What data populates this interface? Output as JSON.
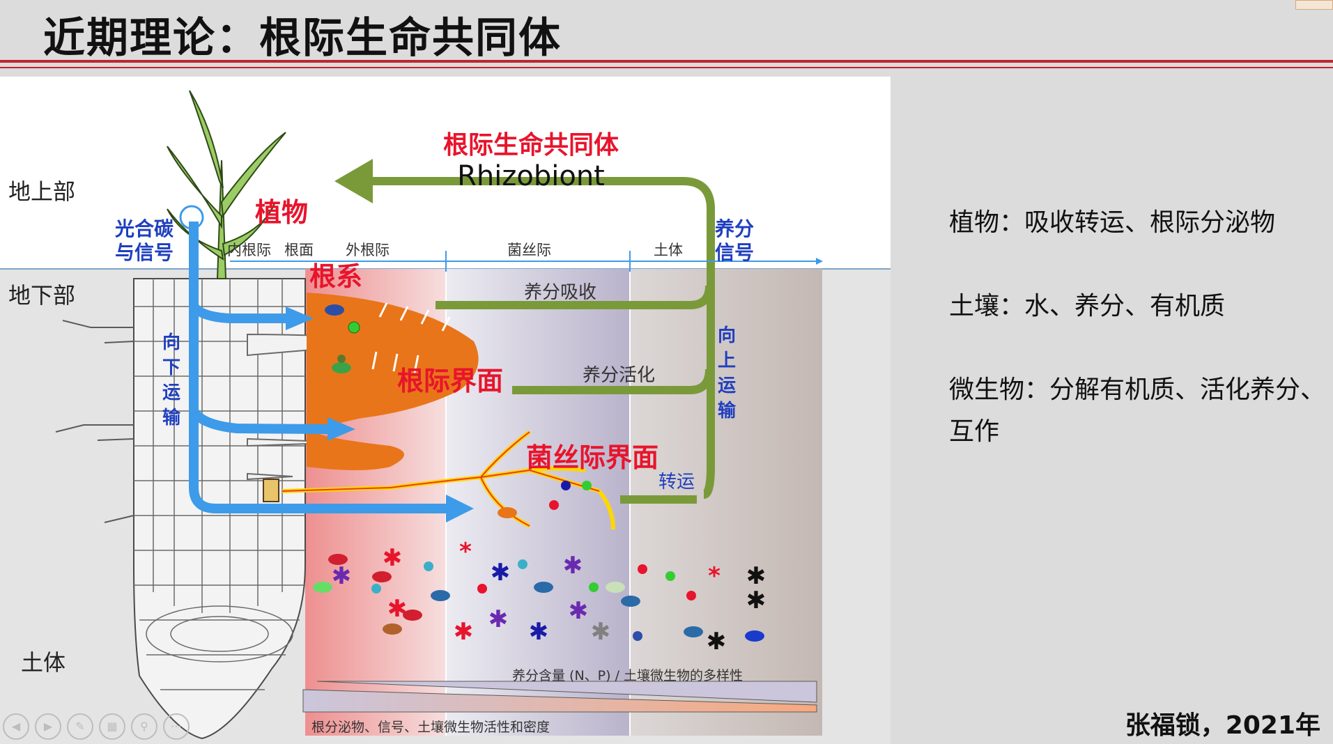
{
  "page": {
    "title": "近期理论：根际生命共同体",
    "author": "张福锁，2021年"
  },
  "diagram": {
    "title_cn": "根际生命共同体",
    "title_en": "Rhizobiont",
    "above_ground": "地上部",
    "below_ground": "地下部",
    "bulk_soil_left": "土体",
    "plant": "植物",
    "roots": "根系",
    "root_interface": "根际界面",
    "hyphal_interface": "菌丝际界面",
    "carbon_signal_1": "光合碳",
    "carbon_signal_2": "与信号",
    "nutrient_signal_1": "养分",
    "nutrient_signal_2": "信号",
    "down_transport": [
      "向",
      "下",
      "运",
      "输"
    ],
    "up_transport": [
      "向",
      "上",
      "运",
      "输"
    ],
    "zones": [
      "内根际",
      "根面",
      "外根际",
      "菌丝际",
      "土体"
    ],
    "nutrient_uptake": "养分吸收",
    "nutrient_activation": "养分活化",
    "transport": "转运",
    "gradient_top": "养分含量 (N、P) / 土壤微生物的多样性",
    "gradient_bottom": "根分泌物、信号、土壤微生物活性和密度"
  },
  "annotations": [
    {
      "text": "植物：吸收转运、根际分泌物"
    },
    {
      "text": "土壤：水、养分、有机质"
    },
    {
      "text": "微生物：分解有机质、活化养分、"
    },
    {
      "text": "互作"
    }
  ],
  "colors": {
    "accent_red": "#c0262d",
    "green_arrow": "#7a9a3a",
    "blue_arrow": "#3d9be9",
    "label_red": "#e8142c",
    "label_blue": "#1f3fbf",
    "root_orange": "#e8751a"
  },
  "icons": [
    "previous-icon",
    "next-icon",
    "pen-icon",
    "grid-icon",
    "zoom-icon",
    "more-icon"
  ]
}
